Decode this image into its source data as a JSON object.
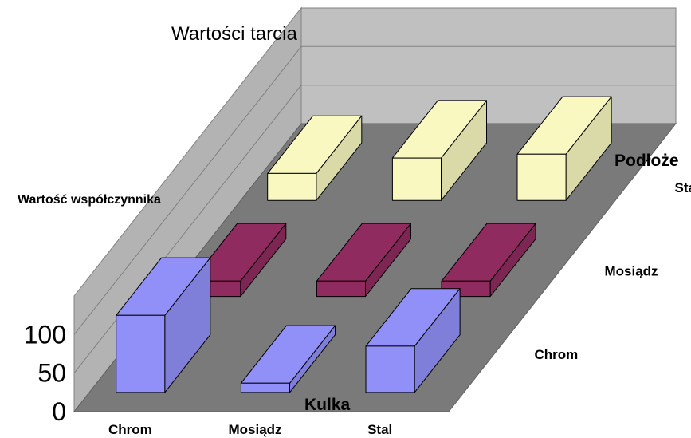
{
  "chart_data": {
    "type": "bar3d",
    "title": "Wartości tarcia",
    "ylabel": "Wartość współczynnika",
    "xlabel": "Kulka",
    "zlabel": "Podłoże",
    "x_categories": [
      "Chrom",
      "Mosiądz",
      "Stal"
    ],
    "z_categories": [
      "Chrom",
      "Mosiądz",
      "Stal"
    ],
    "y_ticks": [
      0,
      50,
      100
    ],
    "ylim": [
      0,
      150
    ],
    "grid": true,
    "series": [
      {
        "name": "Chrom",
        "color": "#9090f8",
        "values": [
          100,
          12,
          60
        ]
      },
      {
        "name": "Mosiądz",
        "color": "#8f2b5e",
        "values": [
          20,
          20,
          20
        ]
      },
      {
        "name": "Stal",
        "color": "#f8f8c0",
        "values": [
          35,
          55,
          60
        ]
      }
    ]
  }
}
